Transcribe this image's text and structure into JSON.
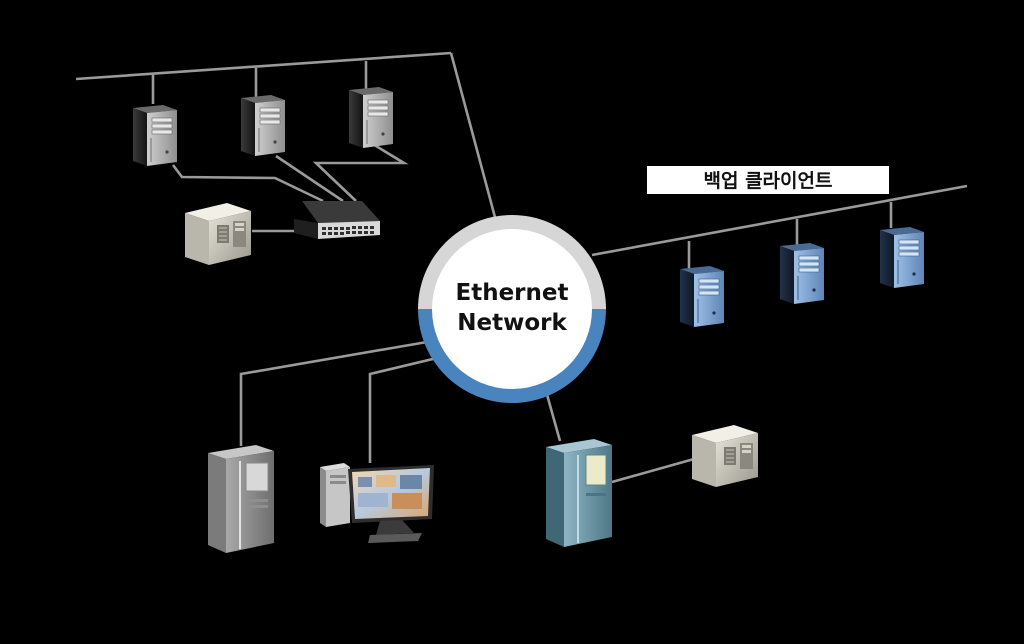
{
  "hub": {
    "line1": "Ethernet",
    "line2": "Network",
    "top_color": "#d6d6d6",
    "bottom_color": "#4a84bf"
  },
  "backup_label": "백업 클라이언트",
  "colors": {
    "background": "#000000",
    "links": "#9a9a9a",
    "backup_client_tint": "#6f97c9",
    "server_dark": "#2b2b2b",
    "teal_cabinet": "#6b98a8"
  },
  "devices": [
    {
      "name": "tower-server-1",
      "icon": "tower-server-icon"
    },
    {
      "name": "tower-server-2",
      "icon": "tower-server-icon"
    },
    {
      "name": "tower-server-3",
      "icon": "tower-server-icon"
    },
    {
      "name": "storage-unit-left",
      "icon": "storage-unit-icon"
    },
    {
      "name": "network-switch",
      "icon": "switch-icon"
    },
    {
      "name": "backup-client-1",
      "icon": "tower-server-icon"
    },
    {
      "name": "backup-client-2",
      "icon": "tower-server-icon"
    },
    {
      "name": "backup-client-3",
      "icon": "tower-server-icon"
    },
    {
      "name": "gray-cabinet-server",
      "icon": "cabinet-server-icon"
    },
    {
      "name": "workstation",
      "icon": "workstation-icon"
    },
    {
      "name": "teal-cabinet-server",
      "icon": "cabinet-server-icon"
    },
    {
      "name": "storage-unit-right",
      "icon": "storage-unit-icon"
    }
  ]
}
